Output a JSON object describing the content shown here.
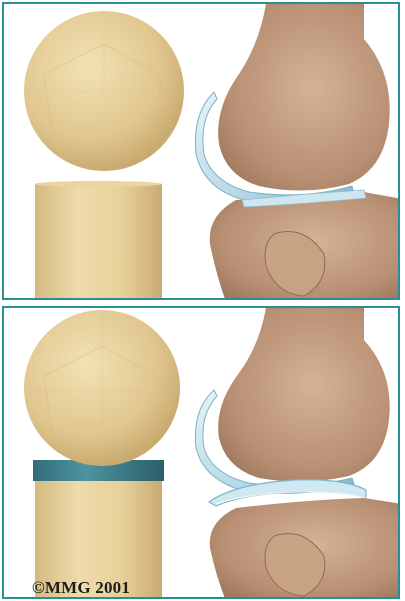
{
  "copyright": "©MMG 2001",
  "colors": {
    "frame": "#2a8f90",
    "model_skin": "#e4cd97",
    "meniscus_ring": "#3e7f8c",
    "bone": "#c29d80",
    "cartilage": "#b9dbe8"
  },
  "panels": [
    {
      "name": "top-panel",
      "shows_meniscus": false
    },
    {
      "name": "bottom-panel",
      "shows_meniscus": true
    }
  ]
}
